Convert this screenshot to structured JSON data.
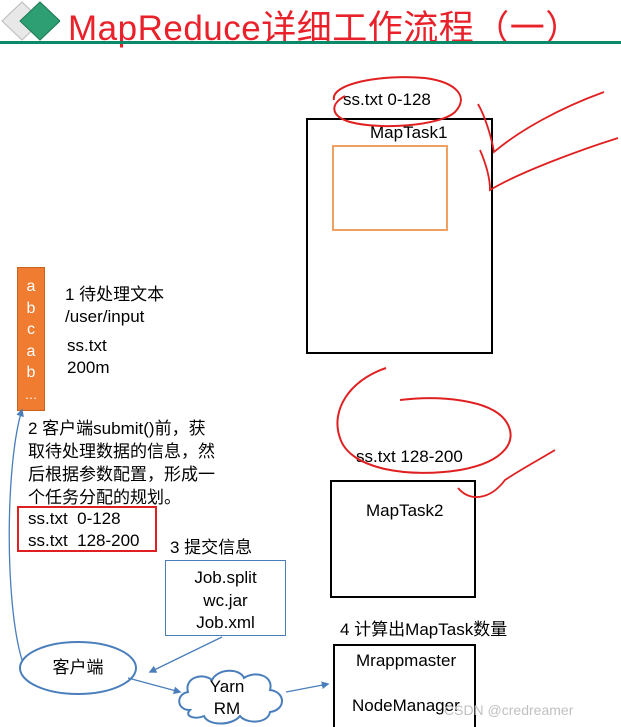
{
  "title": "MapReduce详细工作流程（一）",
  "input": {
    "letters": [
      "a",
      "b",
      "c",
      "a",
      "b",
      "…"
    ],
    "step1": "1 待处理文本",
    "path": "/user/input",
    "filename": "ss.txt",
    "size": "200m"
  },
  "step2": [
    "2 客户端submit()前，获",
    "取待处理数据的信息，然",
    "后根据参数配置，形成一",
    "个任务分配的规划。"
  ],
  "splits": [
    "ss.txt  0-128",
    "ss.txt  128-200"
  ],
  "step3": "3 提交信息",
  "submit_files": [
    "Job.split",
    "wc.jar",
    "Job.xml"
  ],
  "client": "客户端",
  "yarn": [
    "Yarn",
    "RM"
  ],
  "step4": "4 计算出MapTask数量",
  "appmaster": "Mrappmaster",
  "nodemanager": "NodeManager",
  "maptask1": {
    "label": "ss.txt 0-128",
    "name": "MapTask1"
  },
  "maptask2": {
    "label": "ss.txt 128-200",
    "name": "MapTask2"
  },
  "watermark": "CSDN @credreamer",
  "colors": {
    "title": "#e8212a",
    "file_block": "#f07c31",
    "annotation": "#e02020",
    "line": "#0b8a6a",
    "client": "#4a7ebb"
  }
}
